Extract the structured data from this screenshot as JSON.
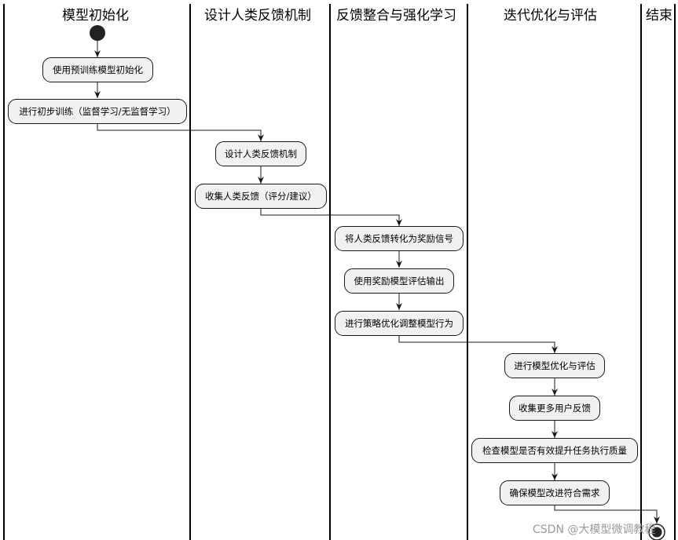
{
  "swimlanes": [
    {
      "title": "模型初始化"
    },
    {
      "title": "设计人类反馈机制"
    },
    {
      "title": "反馈整合与强化学习"
    },
    {
      "title": "迭代优化与评估"
    },
    {
      "title": "结束"
    }
  ],
  "activities": [
    {
      "label": "使用预训练模型初始化"
    },
    {
      "label": "进行初步训练（监督学习/无监督学习）"
    },
    {
      "label": "设计人类反馈机制"
    },
    {
      "label": "收集人类反馈（评分/建议）"
    },
    {
      "label": "将人类反馈转化为奖励信号"
    },
    {
      "label": "使用奖励模型评估输出"
    },
    {
      "label": "进行策略优化调整模型行为"
    },
    {
      "label": "进行模型优化与评估"
    },
    {
      "label": "收集更多用户反馈"
    },
    {
      "label": "检查模型是否有效提升任务执行质量"
    },
    {
      "label": "确保模型改进符合需求"
    }
  ],
  "watermark": "CSDN @大模型微调教程"
}
